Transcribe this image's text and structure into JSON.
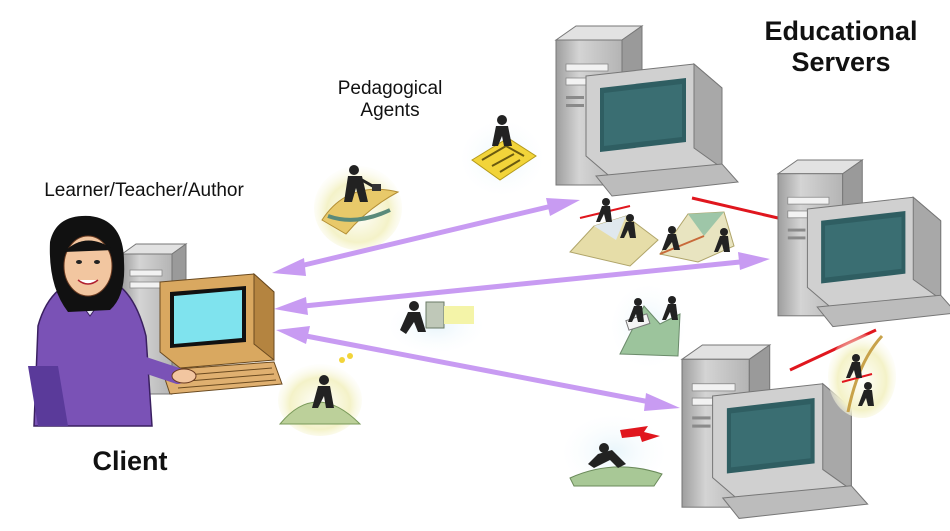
{
  "labels": {
    "agents_line1": "Pedagogical",
    "agents_line2": "Agents",
    "client_role": "Learner/Teacher/Author",
    "client_title": "Client",
    "servers_line1": "Educational",
    "servers_line2": "Servers"
  },
  "colors": {
    "arrow": "#c89bf2",
    "server_link": "#e0161e",
    "computer_body": "#c6c6c6",
    "server_screen": "#3a6e72",
    "client_screen": "#7fe3ee",
    "client_clothing": "#7a52b6"
  },
  "icons": [
    "client-person-icon",
    "client-computer-icon",
    "server-computer-icon",
    "agent-businessman-icon",
    "agent-maze-icon",
    "agent-runner-icon",
    "agent-climber-icon",
    "agent-chart-icon",
    "agent-mountain-icon",
    "agent-leaper-icon"
  ]
}
